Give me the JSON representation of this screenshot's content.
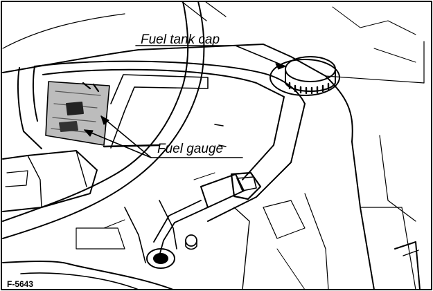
{
  "labels": {
    "fuel_tank_cap": "Fuel tank cap",
    "fuel_gauge": "Fuel gauge",
    "figure_code": "F-5643"
  }
}
